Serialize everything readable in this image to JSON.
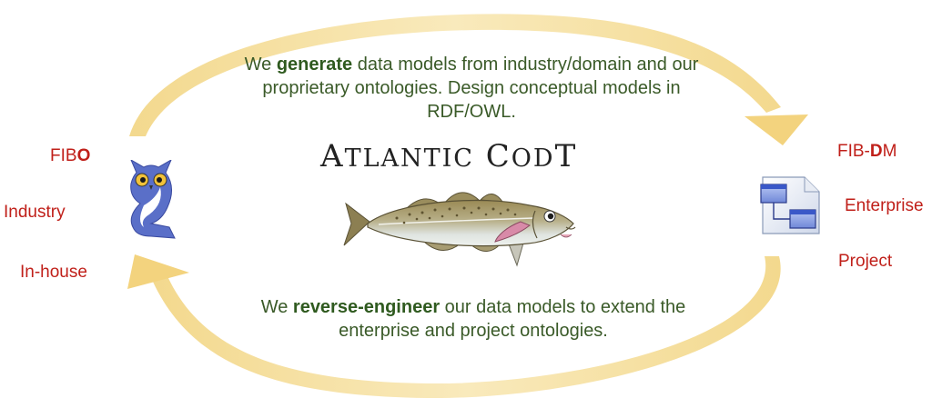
{
  "top_text": {
    "prefix": "We ",
    "bold": "generate",
    "suffix": " data models from industry/domain and our proprietary ontologies. Design conceptual models in RDF/OWL."
  },
  "bottom_text": {
    "prefix": "We ",
    "bold": "reverse-engineer",
    "suffix": " our data models to extend the enterprise and project ontologies."
  },
  "brand": {
    "part1_big": "A",
    "part1_small": "TLANTIC",
    "part2_big": "C",
    "part2_small": "OD",
    "part3": "T"
  },
  "left_labels": {
    "fibo_prefix": "FIB",
    "fibo_bold": "O",
    "industry": "Industry",
    "in_house": "In-house"
  },
  "right_labels": {
    "fibdm_prefix": "FIB-",
    "fibdm_bold": "D",
    "fibdm_suffix": "M",
    "enterprise": "Enterprise",
    "project": "Project"
  },
  "colors": {
    "arrow": "#f3d98c",
    "text_green": "#3a5a28",
    "label_red": "#c0201a",
    "owl_blue": "#5a6fc8"
  },
  "icons": [
    "owl-logo-icon",
    "data-model-icon",
    "cod-fish-illustration"
  ]
}
